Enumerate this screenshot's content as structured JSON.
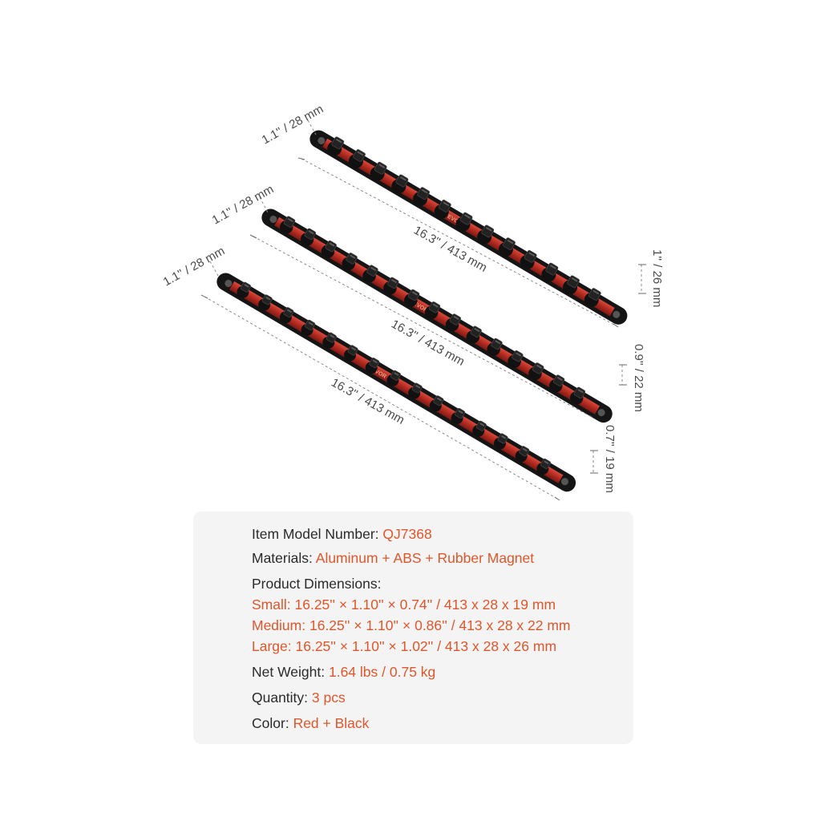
{
  "product": {
    "brand": "VEVOR",
    "colors": {
      "bar": "#b22a20",
      "accent": "#e0562b",
      "socket": "#1b1b1b"
    },
    "bars": [
      {
        "name": "large",
        "width_label": "1.1'' / 28 mm",
        "length_label": "16.3'' / 413 mm",
        "height_label": "1'' / 26 mm"
      },
      {
        "name": "medium",
        "width_label": "1.1'' / 28 mm",
        "length_label": "16.3'' / 413 mm",
        "height_label": "0.9'' / 22 mm"
      },
      {
        "name": "small",
        "width_label": "1.1'' / 28 mm",
        "length_label": "16.3'' / 413 mm",
        "height_label": "0.7'' / 19 mm"
      }
    ]
  },
  "specs": {
    "model_label": "Item Model Number:",
    "model_value": "QJ7368",
    "materials_label": "Materials:",
    "materials_value": "Aluminum + ABS + Rubber Magnet",
    "dimensions_label": "Product Dimensions:",
    "small_label": "Small:",
    "small_value": "16.25'' × 1.10'' × 0.74'' / 413 x 28 x 19 mm",
    "medium_label": "Medium:",
    "medium_value": "16.25'' × 1.10'' × 0.86'' / 413 x 28 x 22 mm",
    "large_label": "Large:",
    "large_value": "16.25'' × 1.10'' × 1.02'' / 413 x 28 x 26 mm",
    "weight_label": "Net Weight:",
    "weight_value": "1.64 lbs / 0.75 kg",
    "quantity_label": "Quantity:",
    "quantity_value": "3 pcs",
    "color_label": "Color:",
    "color_value": "Red + Black"
  }
}
